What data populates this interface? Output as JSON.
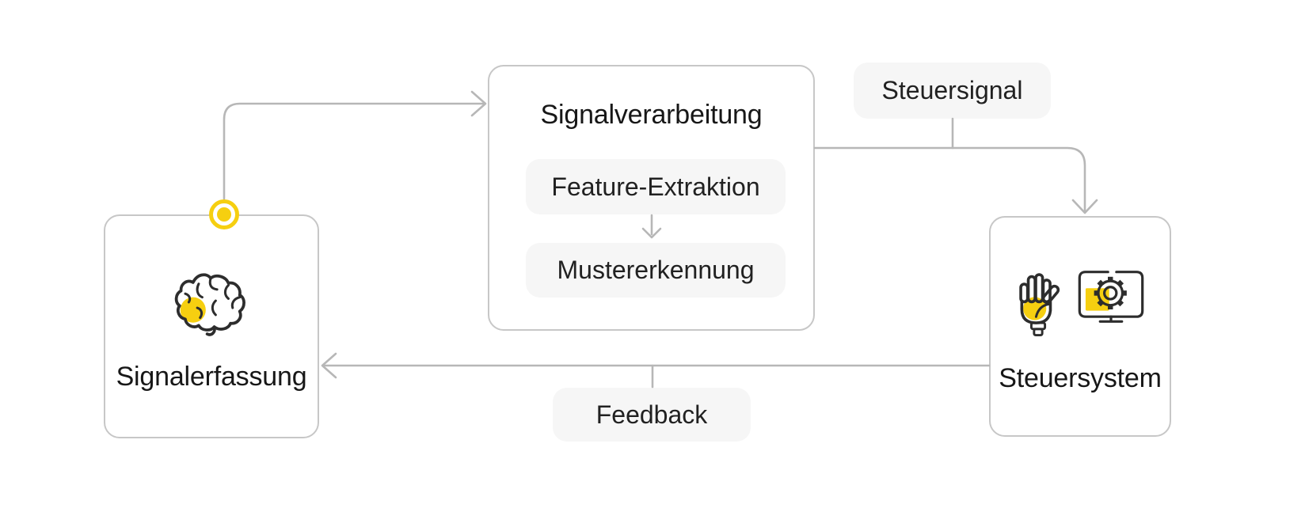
{
  "diagram": {
    "background": "#ffffff",
    "colors": {
      "accent_yellow": "#f6cf10",
      "line_gray": "#b7b7b7",
      "border_gray": "#c7c7c7",
      "pill_background": "#f6f6f6",
      "label_text": "#171717",
      "icon_stroke": "#2d2d2d"
    },
    "nodes": {
      "signalerfassung": {
        "label": "Signalerfassung",
        "icon": "brain-icon"
      },
      "signalverarbeitung": {
        "title": "Signalverarbeitung",
        "steps": [
          {
            "label": "Feature-Extraktion"
          },
          {
            "label": "Mustererkennung"
          }
        ]
      },
      "steuersystem": {
        "label": "Steuersystem",
        "icons": [
          "prosthetic-hand-icon",
          "monitor-gear-icon"
        ]
      }
    },
    "edges": [
      {
        "from": "signalerfassung",
        "to": "signalverarbeitung",
        "label": ""
      },
      {
        "from": "signalverarbeitung",
        "to": "steuersystem",
        "label": "Steuersignal"
      },
      {
        "from": "steuersystem",
        "to": "signalerfassung",
        "label": "Feedback"
      },
      {
        "from": "feature-extraktion",
        "to": "mustererkennung",
        "label": ""
      }
    ]
  }
}
